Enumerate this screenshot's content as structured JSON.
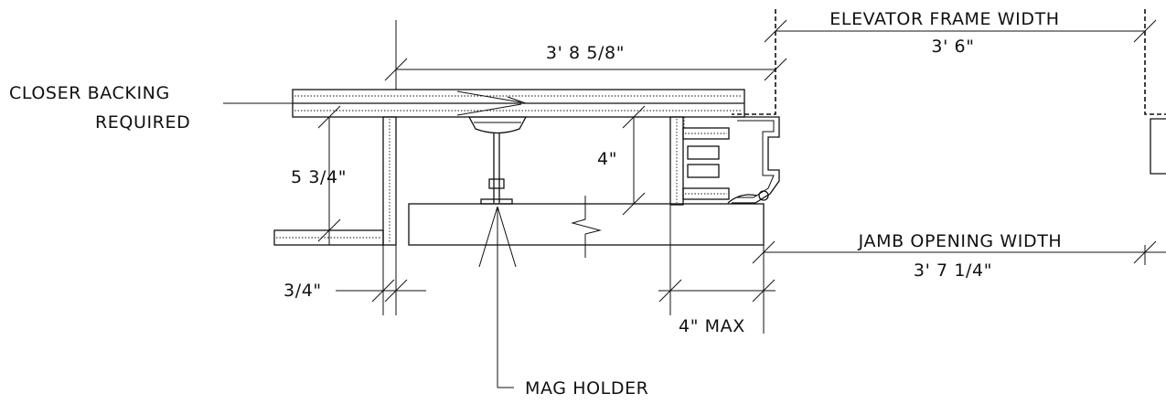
{
  "labels": {
    "closer_backing_line1": "CLOSER BACKING",
    "closer_backing_line2": "REQUIRED",
    "elevator_frame_width": "ELEVATOR FRAME WIDTH",
    "elevator_frame_dim": "3' 6\"",
    "top_dim": "3' 8 5/8\"",
    "dim_4in": "4\"",
    "dim_5_3_4": "5 3/4\"",
    "dim_3_4": "3/4\"",
    "jamb_opening_width": "JAMB OPENING WIDTH",
    "jamb_opening_dim": "3' 7 1/4\"",
    "dim_4_max": "4\" MAX",
    "mag_holder": "MAG HOLDER"
  },
  "colors": {
    "line": "#111111",
    "background": "#ffffff"
  }
}
